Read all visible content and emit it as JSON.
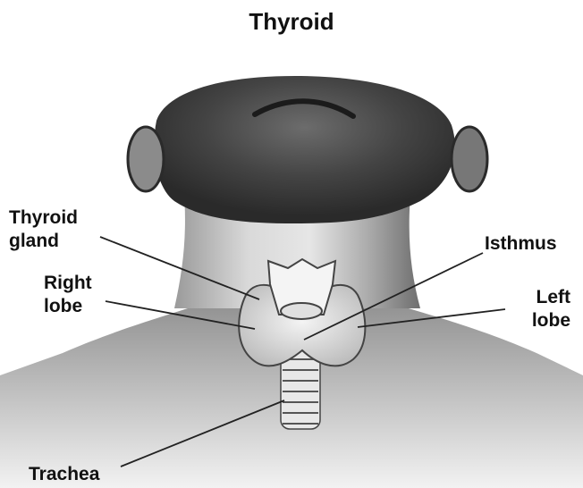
{
  "diagram": {
    "title": "Thyroid",
    "labels": {
      "thyroid_gland": "Thyroid\ngland",
      "right_lobe": "Right\nlobe",
      "isthmus": "Isthmus",
      "left_lobe": "Left\nlobe",
      "trachea": "Trachea"
    }
  }
}
